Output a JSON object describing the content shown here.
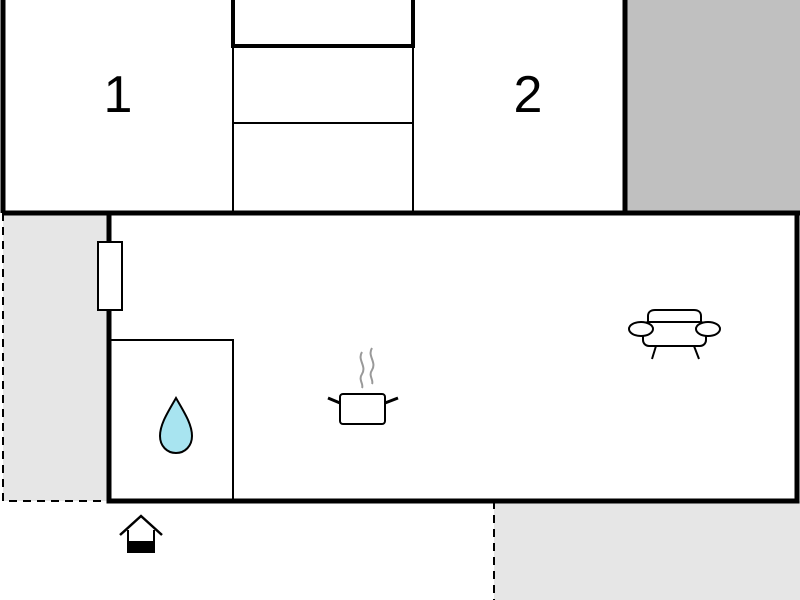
{
  "plan": {
    "rooms": [
      {
        "id": "bedroom-1",
        "label": "1"
      },
      {
        "id": "bedroom-2",
        "label": "2"
      }
    ],
    "icons": {
      "bathroom": "water-drop-icon",
      "kitchen": "cooking-pot-icon",
      "living": "sofa-icon",
      "entrance": "house-entrance-icon"
    },
    "colors": {
      "wall": "#000000",
      "dark_area": "#c0c0c0",
      "light_area": "#e6e6e6",
      "water": "#a8e4f0",
      "steam": "#999999"
    }
  }
}
